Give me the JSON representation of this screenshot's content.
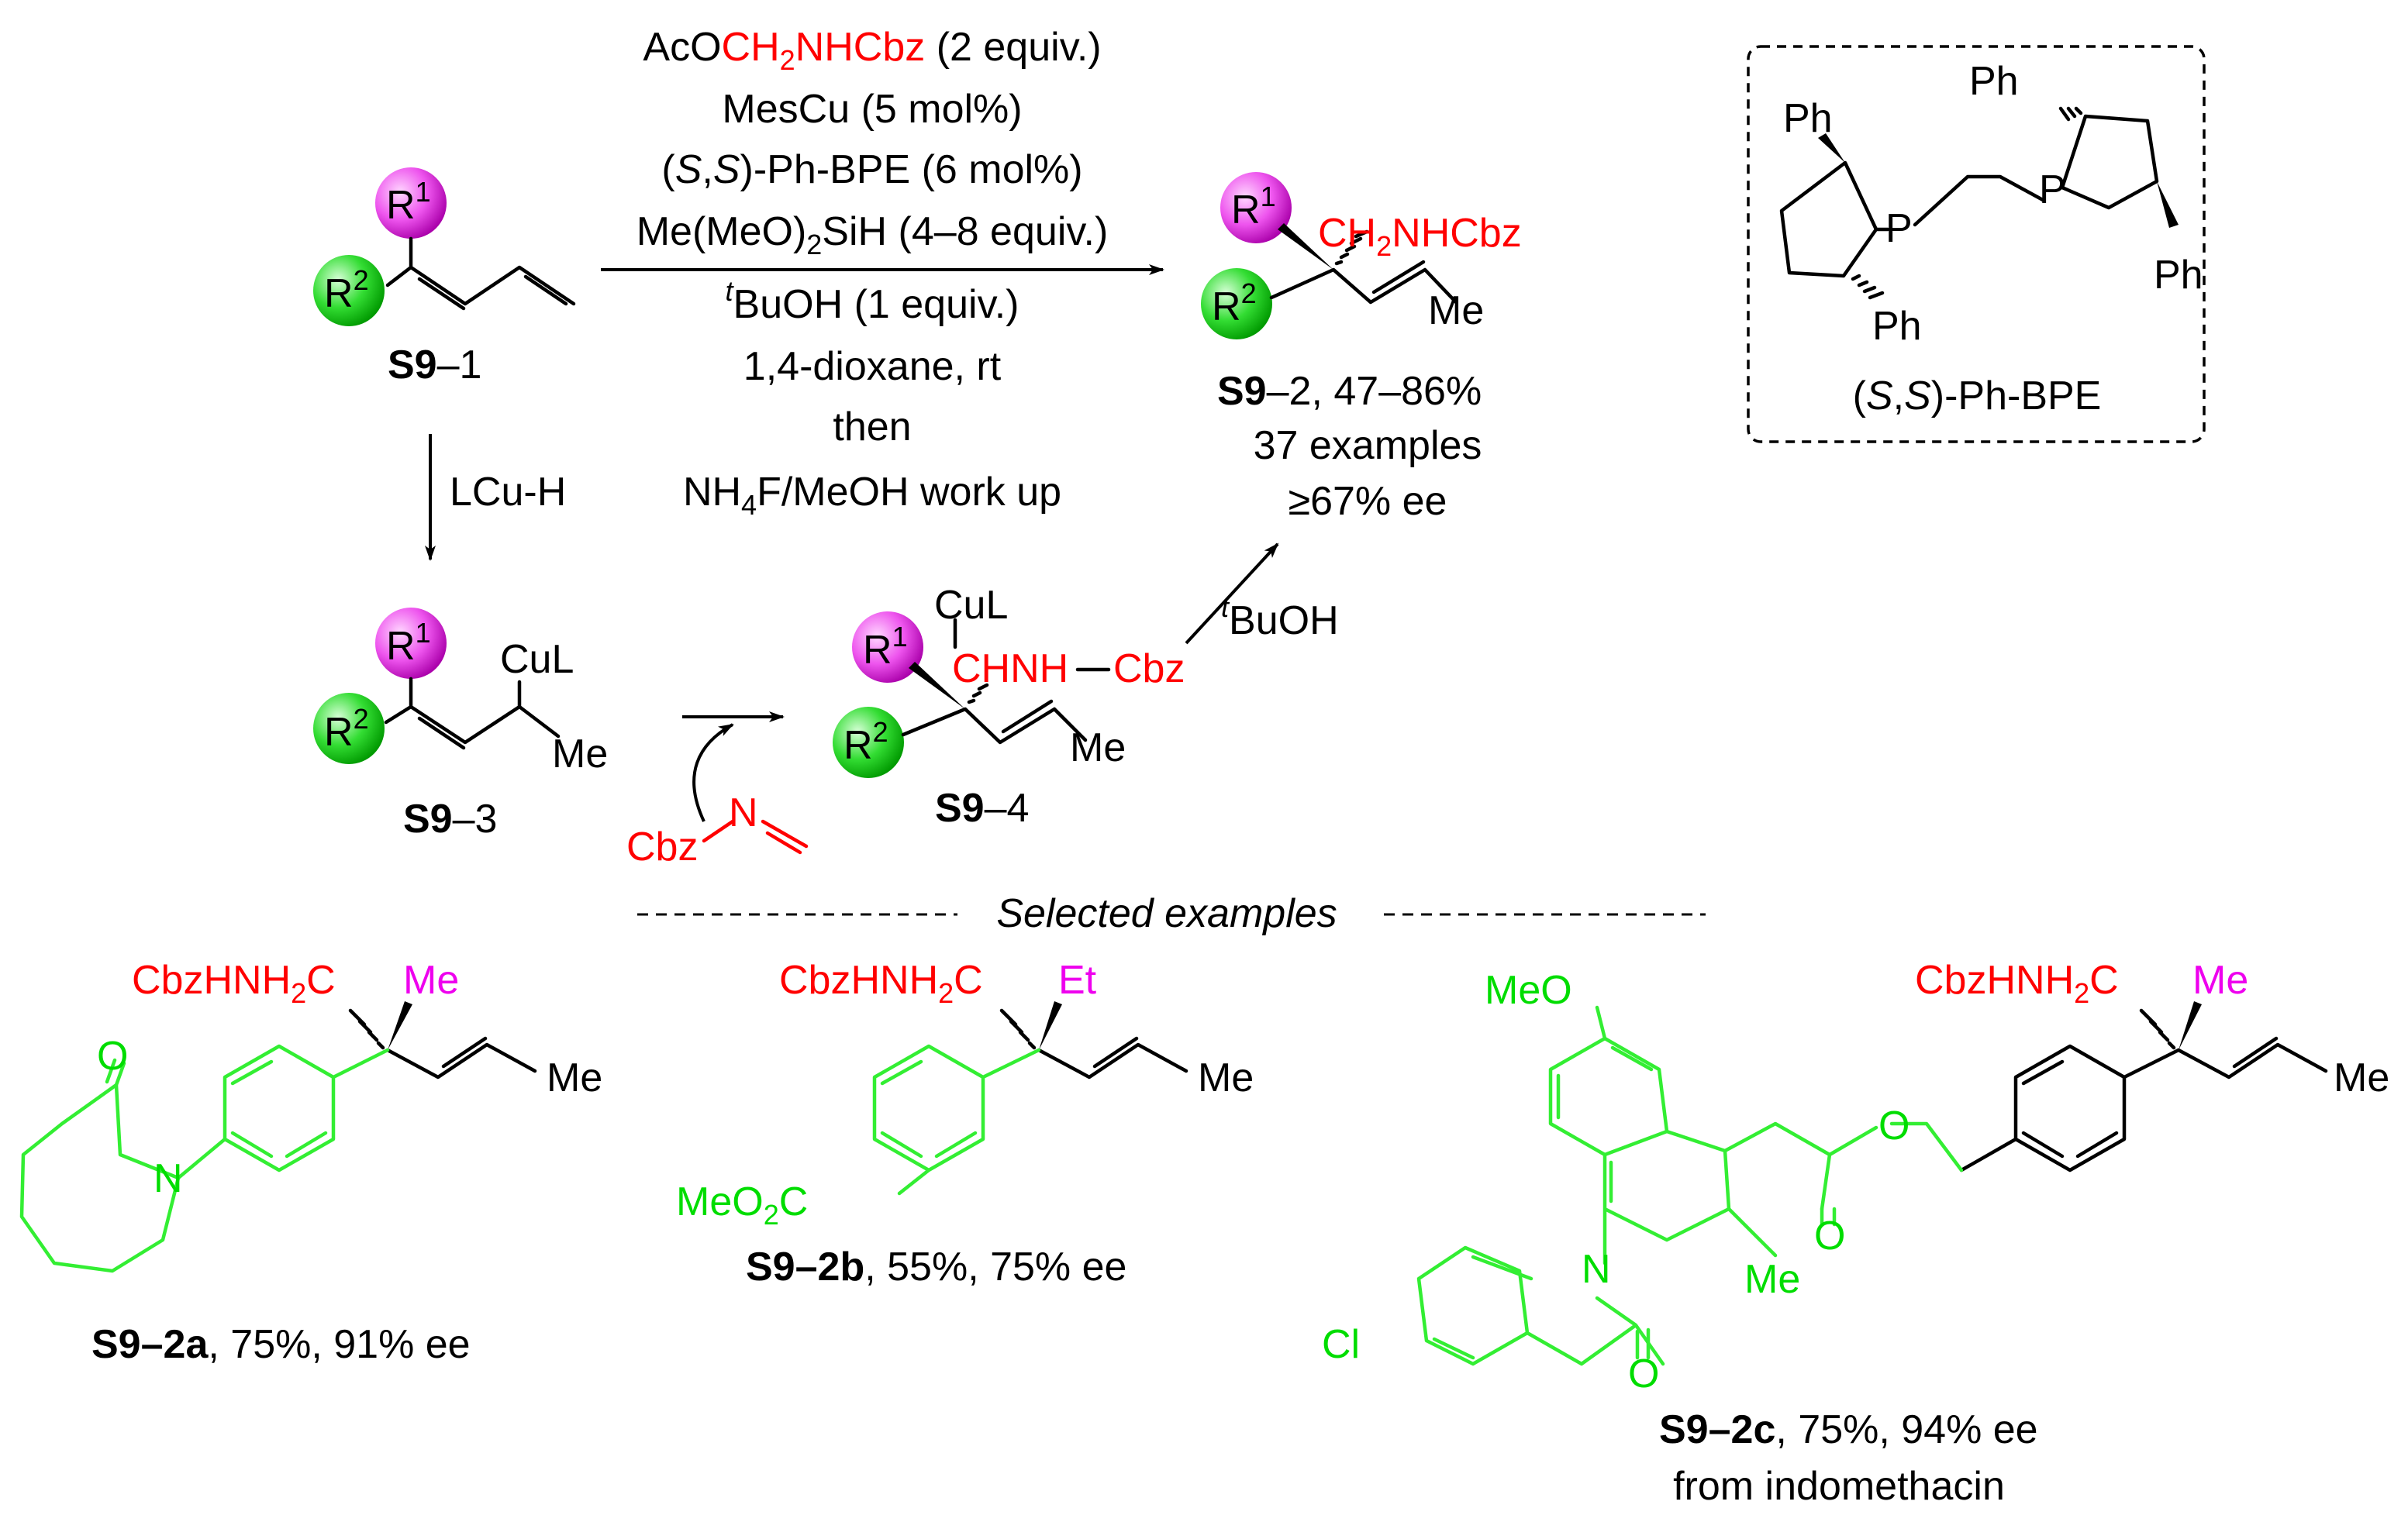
{
  "reaction": {
    "reagent_1_pre": "AcO",
    "reagent_1_red": "CH",
    "reagent_1_red_sub": "2",
    "reagent_1_red_post": "NHCbz",
    "reagent_1_post": " (2 equiv.)",
    "reagent_2": "MesCu (5 mol%)",
    "reagent_3_open": "(",
    "reagent_3_s1": "S",
    "reagent_3_comma": ",",
    "reagent_3_s2": "S",
    "reagent_3_rest": ")-Ph-BPE (6 mol%)",
    "reagent_4_pre": "Me(MeO)",
    "reagent_4_sub": "2",
    "reagent_4_post": "SiH (4–8 equiv.)",
    "reagent_5_sup": "t",
    "reagent_5_main": "BuOH (1 equiv.)",
    "solvent": "1,4-dioxane, rt",
    "then": "then",
    "workup_pre": "NH",
    "workup_sub": "4",
    "workup_post": "F/MeOH work up"
  },
  "compounds": {
    "s9_1": "S9",
    "s9_1_suffix": "–1",
    "s9_2": "S9",
    "s9_2_suffix": "–2",
    "s9_2_yield": ", 47–86%",
    "s9_2_examples": "37 examples",
    "s9_2_ee": "≥67% ee",
    "s9_3": "S9",
    "s9_3_suffix": "–3",
    "s9_4": "S9",
    "s9_4_suffix": "–4"
  },
  "steps": {
    "lcuh": "LCu-H",
    "tbuoh_sup": "t",
    "tbuoh": "BuOH"
  },
  "labels": {
    "R": "R",
    "one": "1",
    "two": "2",
    "CH2NHCbz_pre": "CH",
    "CH2NHCbz_sub": "2",
    "CH2NHCbz_post": "NHCbz",
    "Me": "Me",
    "Et": "Et",
    "CuL": "CuL",
    "CHNH": "CHNH",
    "Cbz": "Cbz",
    "N": "N",
    "P": "P",
    "Ph": "Ph",
    "O": "O",
    "MeO": "MeO",
    "MeO2C_pre": "MeO",
    "MeO2C_sub": "2",
    "MeO2C_post": "C",
    "Cl": "Cl",
    "CbzHNH2C_pre": "CbzHNH",
    "CbzHNH2C_sub": "2",
    "CbzHNH2C_post": "C"
  },
  "ligand": {
    "open": "(",
    "s1": "S",
    "comma": ",",
    "s2": "S",
    "rest": ")-Ph-BPE"
  },
  "section": {
    "selected_examples": "Selected examples"
  },
  "examples": [
    {
      "id": "S9",
      "suffix": "–2a",
      "result": ", 75%, 91% ee"
    },
    {
      "id": "S9",
      "suffix": "–2b",
      "result": ", 55%, 75% ee"
    },
    {
      "id": "S9",
      "suffix": "–2c",
      "result": ", 75%, 94% ee",
      "note": "from indomethacin"
    }
  ],
  "colors": {
    "cbz_fragment": "#ff0000",
    "aryl_fragment": "#00dd00",
    "r1_ball": "#ee44ee",
    "r2_ball": "#22dd22"
  }
}
